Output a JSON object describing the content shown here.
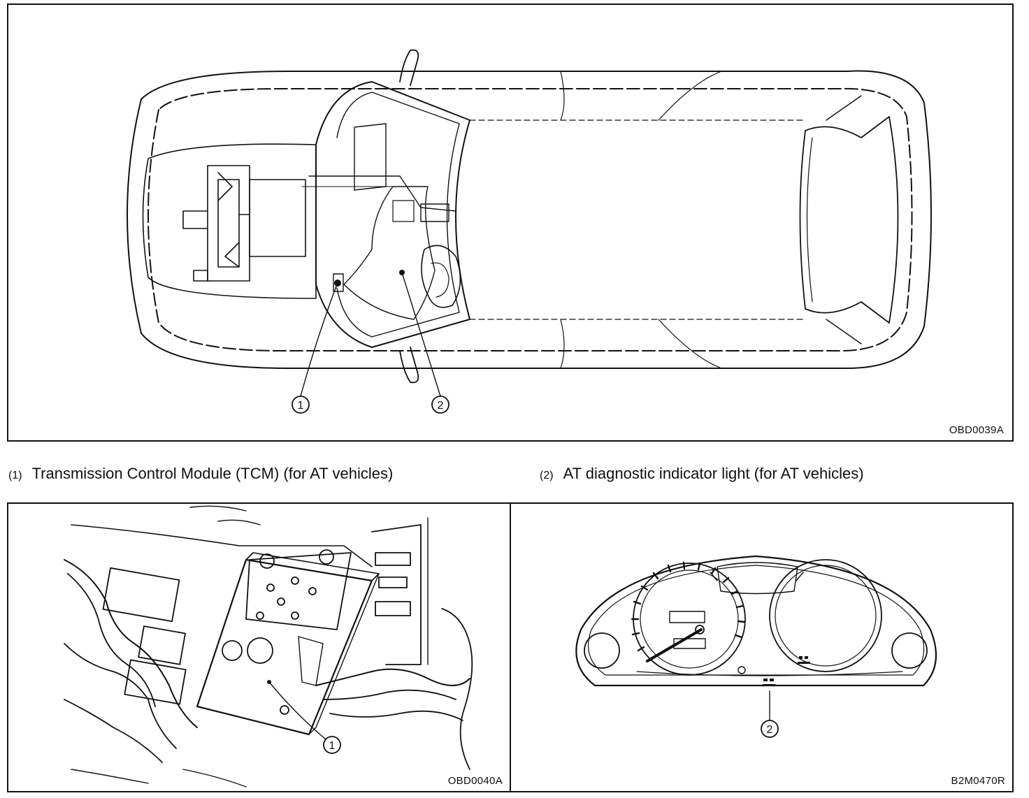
{
  "figures": {
    "top": {
      "code": "OBD0039A",
      "callouts": [
        "1",
        "2"
      ]
    },
    "bottom_left": {
      "code": "OBD0040A",
      "callout": "1"
    },
    "bottom_right": {
      "code": "B2M0470R",
      "callout": "2"
    }
  },
  "legend": [
    {
      "number": "(1)",
      "text": "Transmission Control Module (TCM) (for AT vehicles)"
    },
    {
      "number": "(2)",
      "text": "AT diagnostic indicator light (for AT vehicles)"
    }
  ]
}
